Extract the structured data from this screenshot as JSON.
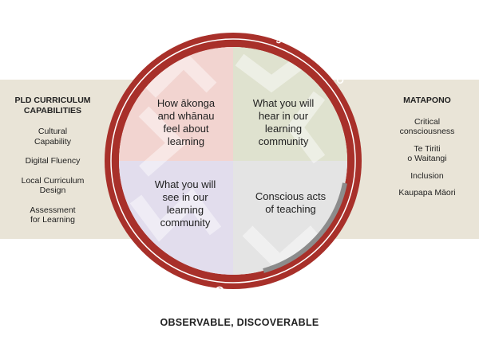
{
  "left_panel": {
    "heading_line1": "PLD CURRICULUM",
    "heading_line2": "CAPABILITIES",
    "items": [
      [
        "Cultural",
        "Capability"
      ],
      [
        "Digital Fluency"
      ],
      [
        "Local Curriculum",
        "Design"
      ],
      [
        "Assessment",
        "for Learning"
      ]
    ]
  },
  "right_panel": {
    "heading": "MATAPONO",
    "items": [
      [
        "Critical",
        "consciousness"
      ],
      [
        "Te Tiriti",
        "o Waitangi"
      ],
      [
        "Inclusion"
      ],
      [
        "Kaupapa Māori"
      ]
    ]
  },
  "ring_labels": {
    "top_left": "AWHI AWHI",
    "top_right": "WHAKARONGO",
    "bottom": "TITIRO"
  },
  "quadrants": {
    "top_left": [
      "How ākonga",
      "and whānau",
      "feel about",
      "learning"
    ],
    "top_right": [
      "What you will",
      "hear in our",
      "learning",
      "community"
    ],
    "bottom_left": [
      "What you will",
      "see in our",
      "learning",
      "community"
    ],
    "bottom_right": [
      "Conscious acts",
      "of teaching"
    ]
  },
  "footer": "OBSERVABLE, DISCOVERABLE",
  "colors": {
    "ring": "#a8302a",
    "band": "#e9e4d7",
    "q_top_left": "#f2d4d0",
    "q_top_right": "#dfe2cf",
    "q_bottom_left": "#e2dded",
    "q_bottom_right": "#e4e4e4"
  }
}
